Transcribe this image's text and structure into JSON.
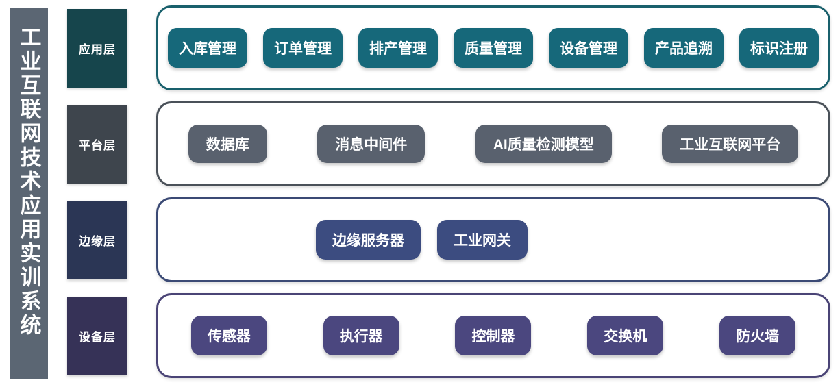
{
  "diagram": {
    "title": "工业互联网技术应用实训系统",
    "colors": {
      "title_bar": "#5b6673",
      "application_label": "#16454c",
      "application_pill": "#16687a",
      "platform_label": "#3e454d",
      "platform_pill": "#59616e",
      "edge_label": "#2b3655",
      "edge_pill": "#3c4c80",
      "device_label": "#363257",
      "device_pill": "#4b477f"
    },
    "layers": [
      {
        "id": "application-layer",
        "label": "应用层",
        "align": "even",
        "items": [
          {
            "label": "入库管理"
          },
          {
            "label": "订单管理"
          },
          {
            "label": "排产管理"
          },
          {
            "label": "质量管理"
          },
          {
            "label": "设备管理"
          },
          {
            "label": "产品追溯"
          },
          {
            "label": "标识注册"
          }
        ]
      },
      {
        "id": "platform-layer",
        "label": "平台层",
        "align": "spread",
        "items": [
          {
            "label": "数据库"
          },
          {
            "label": "消息中间件"
          },
          {
            "label": "AI质量检测模型"
          },
          {
            "label": "工业互联网平台"
          }
        ]
      },
      {
        "id": "edge-layer",
        "label": "边缘层",
        "align": "center-left",
        "items": [
          {
            "label": "边缘服务器"
          },
          {
            "label": "工业网关"
          }
        ]
      },
      {
        "id": "device-layer",
        "label": "设备层",
        "align": "spread",
        "items": [
          {
            "label": "传感器"
          },
          {
            "label": "执行器"
          },
          {
            "label": "控制器"
          },
          {
            "label": "交换机"
          },
          {
            "label": "防火墙"
          }
        ]
      }
    ]
  }
}
